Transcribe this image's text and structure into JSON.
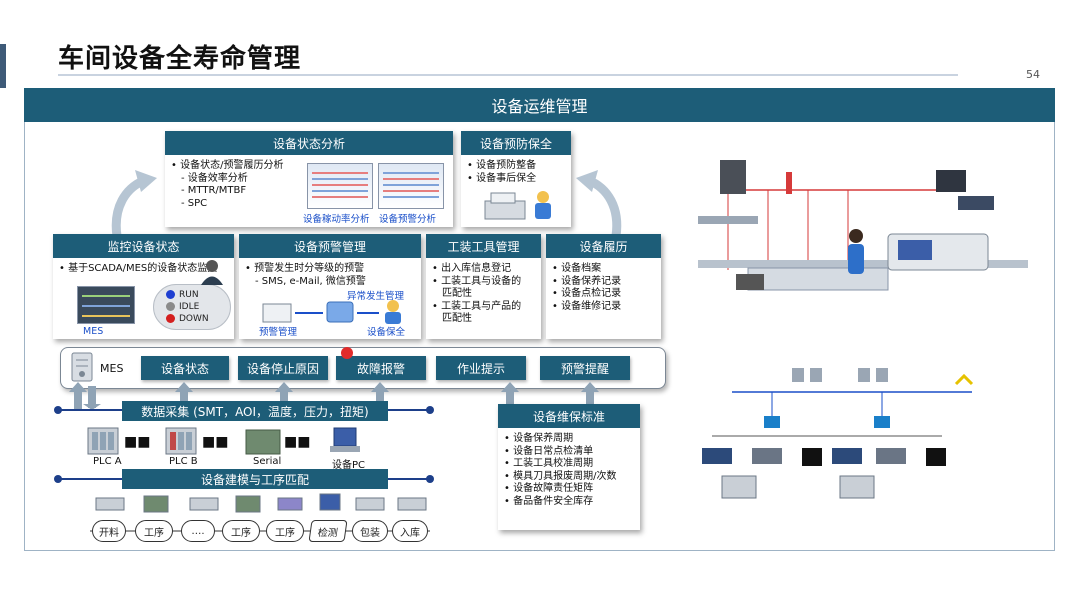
{
  "page": {
    "title": "车间设备全寿命管理",
    "number": "54"
  },
  "main": {
    "header": "设备运维管理"
  },
  "top_boxes": {
    "status_analysis": {
      "title": "设备状态分析",
      "items": [
        "设备状态/预警履历分析",
        "- 设备效率分析",
        "- MTTR/MTBF",
        "- SPC"
      ],
      "caption_left": "设备稼动率分析",
      "caption_right": "设备预警分析"
    },
    "preventive": {
      "title": "设备预防保全",
      "items": [
        "设备预防整备",
        "设备事后保全"
      ]
    }
  },
  "mid_boxes": {
    "monitor": {
      "title": "监控设备状态",
      "items": [
        "基于SCADA/MES的设备状态监控"
      ],
      "legend": [
        "RUN",
        "IDLE",
        "DOWN"
      ],
      "legend_colors": [
        "#1f3fd1",
        "#8a8a8a",
        "#d41f1f"
      ],
      "mes_caption": "MES"
    },
    "warning": {
      "title": "设备预警管理",
      "items": [
        "预警发生时分等级的预警",
        "- SMS, e-Mail, 微信预警"
      ],
      "caption_top": "异常发生管理",
      "caption_left": "预警管理",
      "caption_right": "设备保全"
    },
    "tooling": {
      "title": "工装工具管理",
      "items": [
        "出入库信息登记",
        "工装工具与设备的",
        "匹配性",
        "工装工具与产品的",
        "匹配性"
      ]
    },
    "history": {
      "title": "设备履历",
      "items": [
        "设备档案",
        "设备保养记录",
        "设备点检记录",
        "设备维修记录"
      ]
    }
  },
  "mes_row": {
    "mes_label": "MES",
    "pills": [
      "设备状态",
      "设备停止原因",
      "故障报警",
      "作业提示",
      "预警提醒"
    ]
  },
  "data_collection": {
    "label": "数据采集 (SMT，AOI，温度，压力，扭矩)",
    "devices": [
      "PLC A",
      "PLC B",
      "Serial",
      "设备PC"
    ]
  },
  "modeling": {
    "label": "设备建模与工序匹配"
  },
  "process_steps": [
    "开料",
    "工序",
    "….",
    "工序",
    "工序",
    "检测",
    "包装",
    "入库"
  ],
  "maintenance_std": {
    "title": "设备维保标准",
    "items": [
      "设备保养周期",
      "设备日常点检清单",
      "工装工具校准周期",
      "模具刀具报废周期/次数",
      "设备故障责任矩阵",
      "备品备件安全库存"
    ]
  },
  "colors": {
    "accent": "#1d5d78",
    "arrow": "#8fa3b5"
  }
}
